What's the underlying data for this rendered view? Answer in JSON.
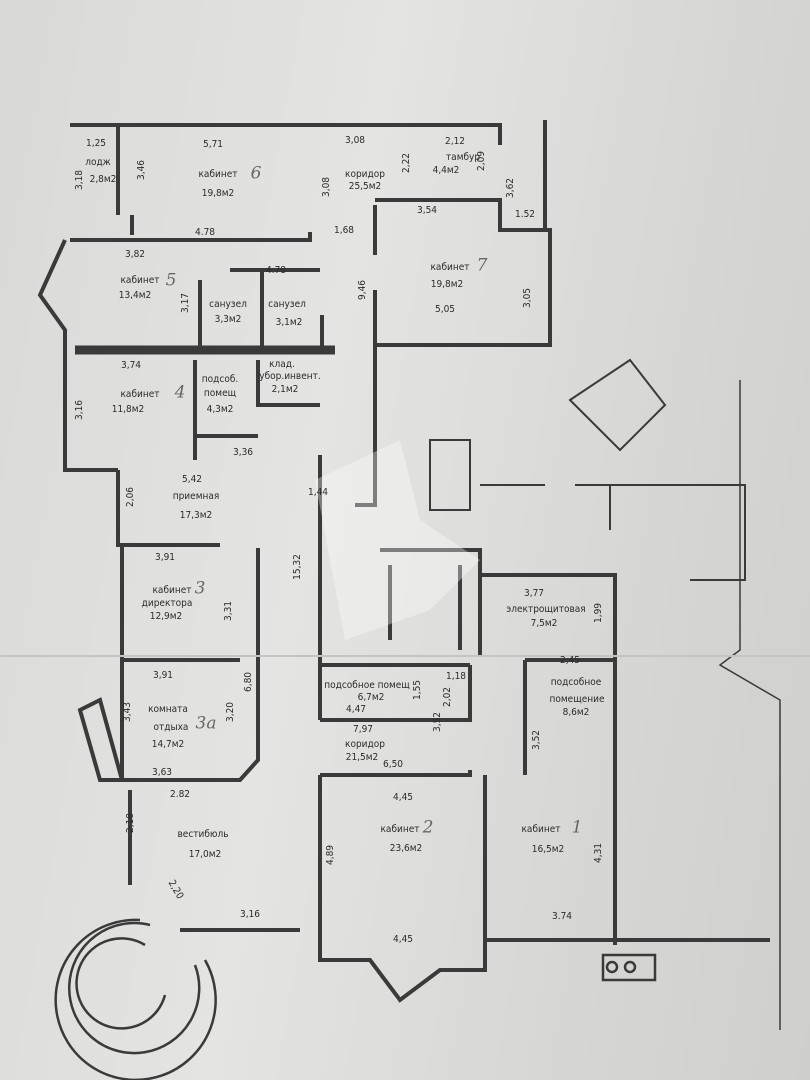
{
  "labels": [
    "1,25",
    "лодж",
    "2,8м2",
    "3,18",
    "5,71",
    "кабинет",
    "6",
    "19,8м2",
    "3,46",
    "3,08",
    "коридор",
    "25,5м2",
    "3,08",
    "2,22",
    "2,12",
    "тамбур",
    "4,4м2",
    "2,09",
    "3,62",
    "1.52",
    "3,54",
    "4.78",
    "1,68",
    "3,82",
    "кабинет",
    "5",
    "13,4м2",
    "3,17",
    "4.78",
    "санузел",
    "3,3м2",
    "санузел",
    "3,1м2",
    "9,46",
    "кабинет",
    "7",
    "19,8м2",
    "3,05",
    "5,05",
    "3,74",
    "клад.",
    "убор.инвент.",
    "2,1м2",
    "подсоб.",
    "помещ",
    "4,3м2",
    "кабинет",
    "4",
    "11,8м2",
    "3,16",
    "3,36",
    "5,42",
    "приемная",
    "17,3м2",
    "2,06",
    "1,44",
    "15,32",
    "3,91",
    "кабинет",
    "3",
    "директора",
    "12,9м2",
    "3,31",
    "3,77",
    "электрощитовая",
    "7,5м2",
    "1,99",
    "3,91",
    "2,45",
    "1,18",
    "подсобное помещ",
    "6,7м2",
    "1,55",
    "4,47",
    "2,02",
    "подсобное",
    "помещение",
    "8,6м2",
    "3,43",
    "комната",
    "отдыха",
    "3а",
    "14,7м2",
    "3,20",
    "6,80",
    "7,97",
    "коридор",
    "21,5м2",
    "6,50",
    "3,52",
    "3,52",
    "3,63",
    "2.82",
    "2,18",
    "4,45",
    "кабинет",
    "2",
    "23,6м2",
    "4,89",
    "кабинет",
    "1",
    "16,5м2",
    "4,31",
    "вестибюль",
    "17,0м2",
    "2,20",
    "3,16",
    "3.74",
    "4,45"
  ],
  "colors": {
    "paper": "#dcdcda",
    "wall": "#3a3a3a"
  }
}
